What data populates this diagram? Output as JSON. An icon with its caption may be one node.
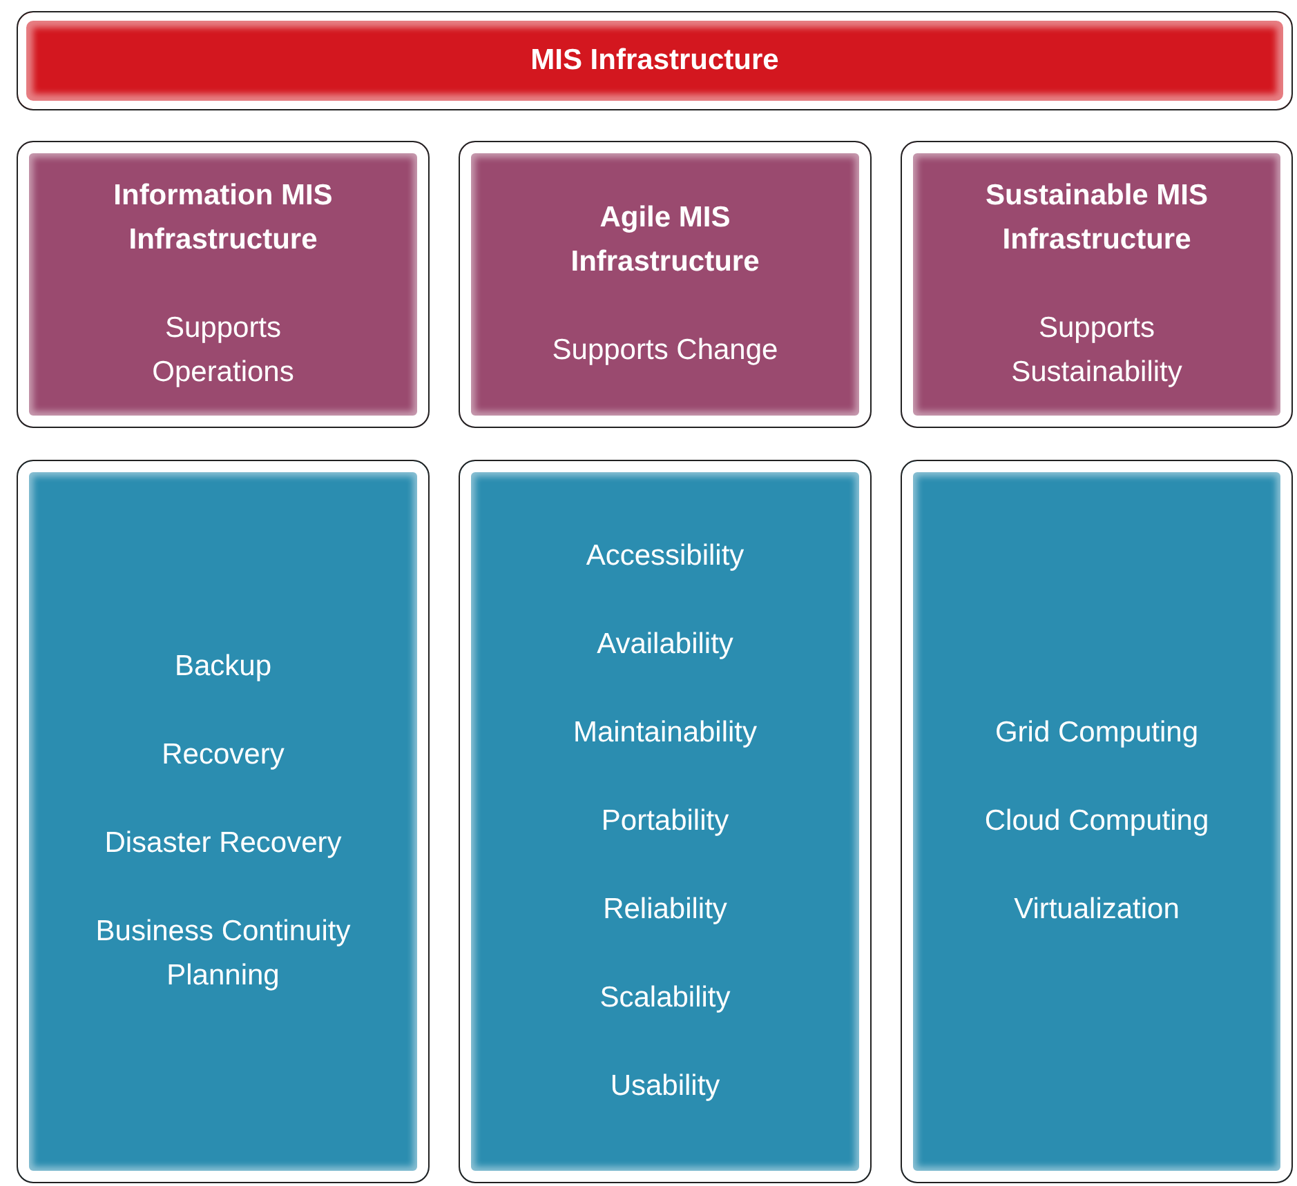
{
  "diagram": {
    "nodes": [
      {
        "text": [
          "MIS Infrastructure"
        ]
      },
      {
        "text": [
          "Information MIS Infrastructure",
          "Supports Operations"
        ]
      },
      {
        "text": [
          "Agile MIS Infrastructure",
          "Supports Change"
        ]
      },
      {
        "text": [
          "Sustainable MIS Infrastructure",
          "Supports Sustainability"
        ]
      },
      {
        "text": [
          "Backup",
          "Recovery",
          "Disaster Recovery",
          "Business Continuity Planning"
        ]
      },
      {
        "text": [
          "Accessibility",
          "Availability",
          "Maintainability",
          "Portability",
          "Reliability",
          "Scalability",
          "Usability"
        ]
      },
      {
        "text": [
          "Grid Computing",
          "Cloud Computing",
          "Virtualization"
        ]
      }
    ]
  }
}
